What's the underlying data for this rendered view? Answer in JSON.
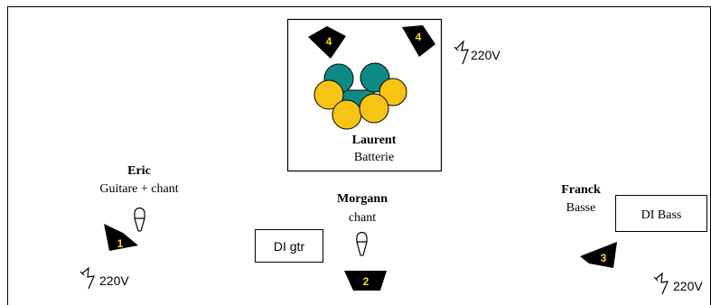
{
  "musicians": {
    "eric": {
      "name": "Eric",
      "role": "Guitare + chant"
    },
    "laurent": {
      "name": "Laurent",
      "role": "Batterie"
    },
    "morgann": {
      "name": "Morgann",
      "role": "chant"
    },
    "franck": {
      "name": "Franck",
      "role": "Basse"
    }
  },
  "boxes": {
    "di_gtr": "DI gtr",
    "di_bass": "DI Bass"
  },
  "monitors": {
    "m1": "1",
    "m2": "2",
    "m3": "3",
    "m4a": "4",
    "m4b": "4"
  },
  "power": {
    "label": "220V"
  },
  "colors": {
    "drum_tom": "#0e8a86",
    "drum_cymbal": "#f7c315",
    "monitor": "#000000",
    "monitor_number": "#f7dd1a"
  },
  "icons": [
    "microphone-icon",
    "power-plug-icon",
    "monitor-wedge-icon",
    "drum-kit-icon"
  ]
}
